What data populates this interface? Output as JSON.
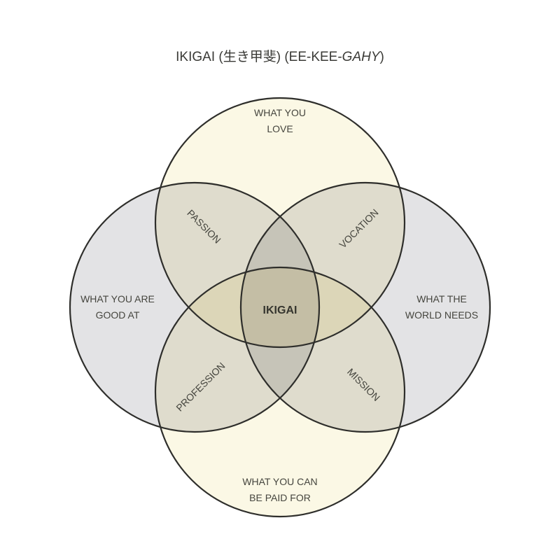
{
  "title": {
    "main": "IKIGAI (生き甲斐) (EE-KEE-",
    "italic": "GAHY",
    "close": ")"
  },
  "colors": {
    "cream": "#fbf8e5",
    "gray": "#e3e3e5",
    "stroke": "#2e2e2b"
  },
  "circles": {
    "love": [
      "WHAT YOU",
      "LOVE"
    ],
    "good_at": [
      "WHAT YOU ARE",
      "GOOD AT"
    ],
    "world_needs": [
      "WHAT THE",
      "WORLD NEEDS"
    ],
    "paid_for": [
      "WHAT YOU CAN",
      "BE PAID FOR"
    ]
  },
  "overlaps": {
    "passion": "PASSION",
    "vocation": "VOCATION",
    "profession": "PROFESSION",
    "mission": "MISSION",
    "center": "IKIGAI"
  }
}
